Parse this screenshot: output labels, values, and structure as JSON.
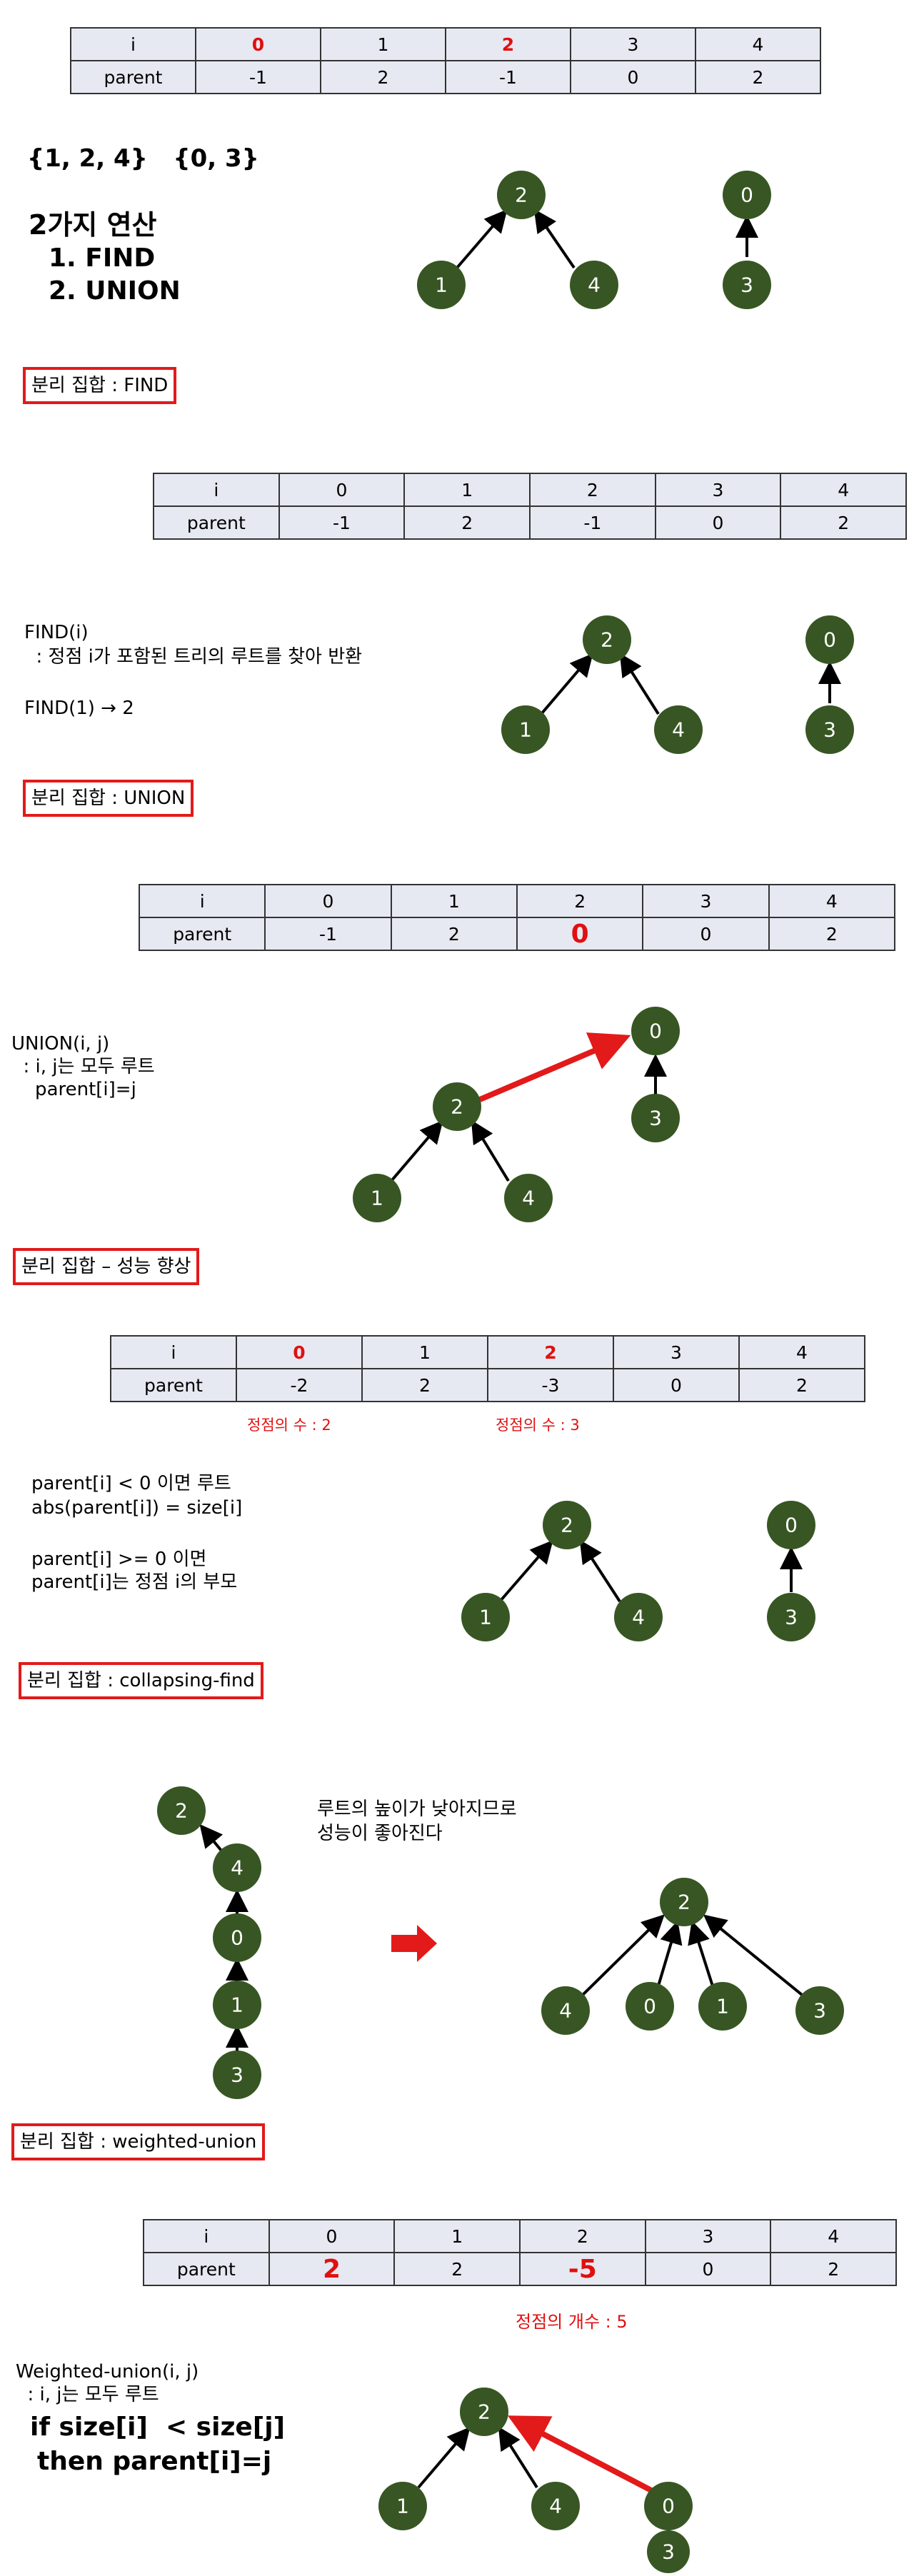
{
  "s1": {
    "table": {
      "i_label": "i",
      "parent_label": "parent",
      "indices": [
        "0",
        "1",
        "2",
        "3",
        "4"
      ],
      "parents": [
        "-1",
        "2",
        "-1",
        "0",
        "2"
      ]
    },
    "sets": "{1, 2, 4}   {0, 3}",
    "ops_title": "2가지 연산",
    "op1": "1. FIND",
    "op2": "2. UNION"
  },
  "s2": {
    "heading": "분리 집합 : FIND",
    "table": {
      "i_label": "i",
      "parent_label": "parent",
      "indices": [
        "0",
        "1",
        "2",
        "3",
        "4"
      ],
      "parents": [
        "-1",
        "2",
        "-1",
        "0",
        "2"
      ]
    },
    "find_sig": "FIND(i)",
    "find_desc": "  : 정점 i가 포함된 트리의 루트를 찾아 반환",
    "find_ex": "FIND(1) → 2"
  },
  "s3": {
    "heading": "분리 집합 : UNION",
    "table": {
      "i_label": "i",
      "parent_label": "parent",
      "indices": [
        "0",
        "1",
        "2",
        "3",
        "4"
      ],
      "parents": [
        "-1",
        "2",
        "0",
        "0",
        "2"
      ]
    },
    "union_sig": "UNION(i, j)",
    "union_desc1": "  : i, j는 모두 루트",
    "union_desc2": "    parent[i]=j"
  },
  "s4": {
    "heading": "분리 집합 – 성능 향상",
    "table": {
      "i_label": "i",
      "parent_label": "parent",
      "indices": [
        "0",
        "1",
        "2",
        "3",
        "4"
      ],
      "parents": [
        "-2",
        "2",
        "-3",
        "0",
        "2"
      ]
    },
    "note0": "정점의 수 : 2",
    "note2": "정점의 수 : 3",
    "rule1": "parent[i] < 0 이면 루트",
    "rule2": "abs(parent[i]) = size[i]",
    "rule3": "parent[i] >= 0 이면",
    "rule4": "parent[i]는 정점 i의 부모"
  },
  "s5": {
    "heading": "분리 집합 : collapsing-find",
    "note1": "루트의 높이가 낮아지므로",
    "note2": "성능이 좋아진다"
  },
  "s6": {
    "heading": "분리 집합 : weighted-union",
    "table": {
      "i_label": "i",
      "parent_label": "parent",
      "indices": [
        "0",
        "1",
        "2",
        "3",
        "4"
      ],
      "parents": [
        "2",
        "2",
        "-5",
        "0",
        "2"
      ]
    },
    "note": "정점의 개수 : 5",
    "sig": "Weighted-union(i, j)",
    "desc": "  : i, j는 모두 루트",
    "code1": "if size[i]  < size[j]",
    "code2": "then parent[i]=j"
  },
  "colors": {
    "node": "#375623",
    "edge": "#000000",
    "accent": "#e21a1a",
    "cell": "#e6e9f1"
  }
}
